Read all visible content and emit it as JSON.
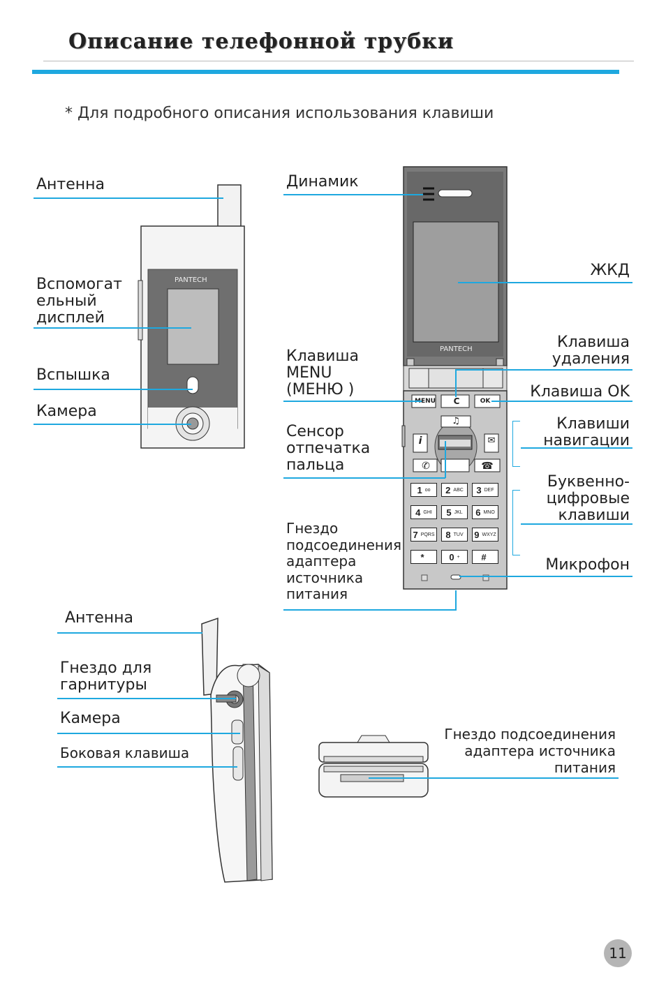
{
  "page": {
    "title": "Описание телефонной трубки",
    "note": "* Для подробного описания использования клавиши",
    "page_number": "11"
  },
  "labels": {
    "antenna_front": "Антенна",
    "sub_display": [
      "Вспомогат",
      "ельный",
      "дисплей"
    ],
    "flash": "Вспышка",
    "camera_front": "Камера",
    "speaker": "Динамик",
    "lcd": "ЖКД",
    "clear_key": [
      "Клавиша",
      "удаления"
    ],
    "menu_key": [
      "Клавиша",
      "MENU",
      "(МЕНЮ )"
    ],
    "ok_key": "Клавиша OK",
    "fingerprint": [
      "Сенсор",
      "отпечатка",
      "пальца"
    ],
    "nav_keys": [
      "Клавиши",
      "навигации"
    ],
    "alnum_keys": [
      "Буквенно-",
      "цифровые",
      "клавиши"
    ],
    "charger_jack": [
      "Гнездо",
      "подсоединения",
      "адаптера",
      "источника",
      "питания"
    ],
    "microphone": "Микрофон",
    "antenna_side": "Антенна",
    "headset_jack": [
      "Гнездо для",
      "гарнитуры"
    ],
    "camera_side": "Камера",
    "side_key": "Боковая клавиша",
    "bottom_jack": [
      "Гнездо подсоединения",
      "адаптера источника",
      "питания"
    ]
  },
  "phone": {
    "brand": "PANTECH",
    "soft_keys": {
      "menu": "MENU",
      "clear": "C",
      "ok": "OK"
    },
    "keypad": [
      {
        "digit": "1",
        "letters": "oo"
      },
      {
        "digit": "2",
        "letters": "ABC"
      },
      {
        "digit": "3",
        "letters": "DEF"
      },
      {
        "digit": "4",
        "letters": "GHI"
      },
      {
        "digit": "5",
        "letters": "JKL"
      },
      {
        "digit": "6",
        "letters": "MNO"
      },
      {
        "digit": "7",
        "letters": "PQRS"
      },
      {
        "digit": "8",
        "letters": "TUV"
      },
      {
        "digit": "9",
        "letters": "WXYZ"
      },
      {
        "digit": "*",
        "letters": ""
      },
      {
        "digit": "0",
        "letters": "+"
      },
      {
        "digit": "#",
        "letters": ""
      }
    ]
  },
  "colors": {
    "accent": "#1ea8df",
    "title": "#222222"
  }
}
